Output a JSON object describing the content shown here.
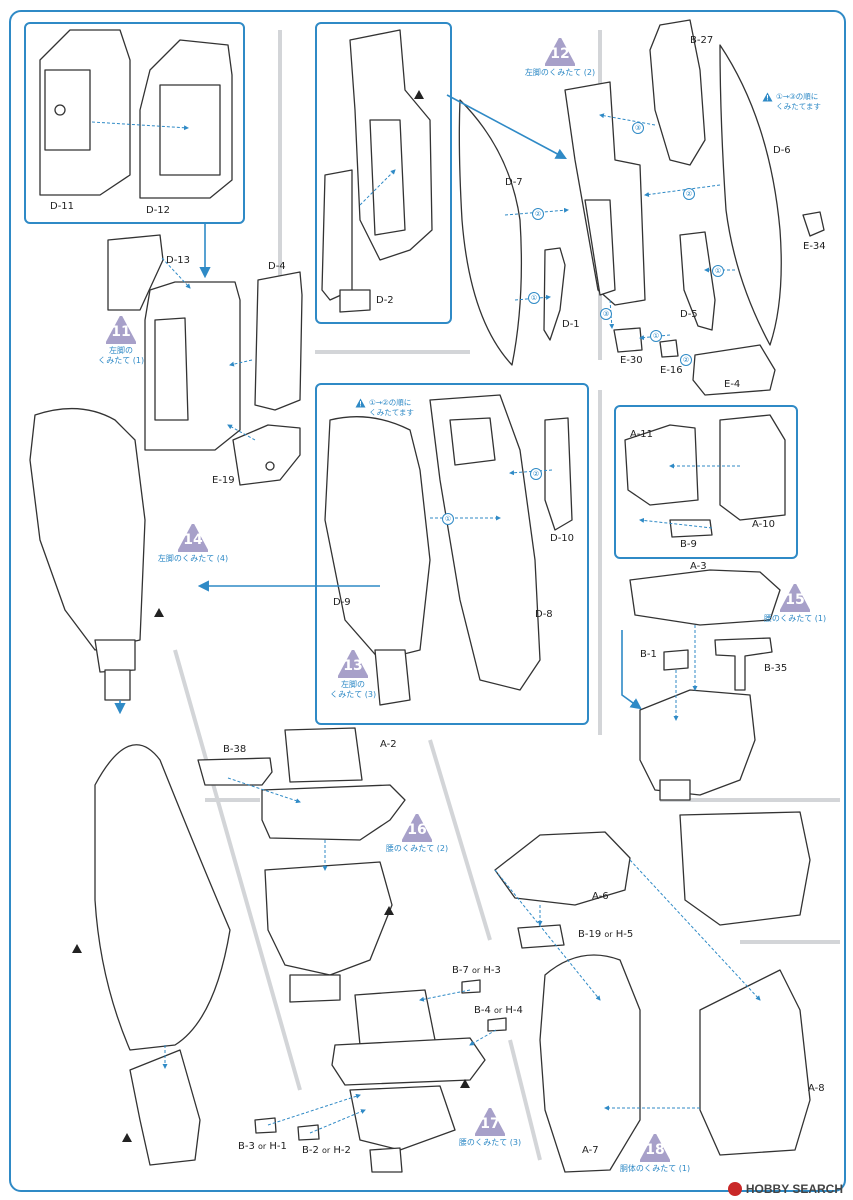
{
  "steps": [
    {
      "number": "11",
      "title": "左脚の\nくみたて (1)"
    },
    {
      "number": "12",
      "title": "左脚のくみたて (2)"
    },
    {
      "number": "13",
      "title": "左脚の\nくみたて (3)"
    },
    {
      "number": "14",
      "title": "左脚のくみたて (4)"
    },
    {
      "number": "15",
      "title": "腰のくみたて (1)"
    },
    {
      "number": "16",
      "title": "腰のくみたて (2)"
    },
    {
      "number": "17",
      "title": "腰のくみたて (3)"
    },
    {
      "number": "18",
      "title": "胴体のくみたて (1)"
    }
  ],
  "notes": {
    "order_three": "①→③の順に\nくみたてます",
    "order_two": "①→②の順に\nくみたてます"
  },
  "parts": {
    "d11": "D-11",
    "d12": "D-12",
    "d13": "D-13",
    "d4": "D-4",
    "e19": "E-19",
    "d2": "D-2",
    "d7": "D-7",
    "d1": "D-1",
    "b27": "B-27",
    "d6": "D-6",
    "e34": "E-34",
    "d5": "D-5",
    "e30": "E-30",
    "e16": "E-16",
    "e4": "E-4",
    "d9": "D-9",
    "d8": "D-8",
    "d10": "D-10",
    "a11": "A-11",
    "a10": "A-10",
    "b9": "B-9",
    "a3": "A-3",
    "b1": "B-1",
    "b35": "B-35",
    "b38": "B-38",
    "a2": "A-2",
    "a6": "A-6",
    "b19": "B-19",
    "h5": "H-5",
    "b7": "B-7",
    "h3": "H-3",
    "b4": "B-4",
    "h4": "H-4",
    "b3": "B-3",
    "h1": "H-1",
    "b2": "B-2",
    "h2": "H-2",
    "a7": "A-7",
    "a8": "A-8",
    "or": "or"
  },
  "marks": {
    "m11": "11",
    "m12": "12",
    "m13": "13",
    "m14": "14",
    "m16": "16",
    "m15": "15"
  },
  "circles": {
    "one": "①",
    "two": "②",
    "three": "③"
  },
  "watermark": "HOBBY SEARCH",
  "colors": {
    "accent": "#2f8ac6",
    "step_fill": "#a7a0c9",
    "line": "#333333"
  }
}
